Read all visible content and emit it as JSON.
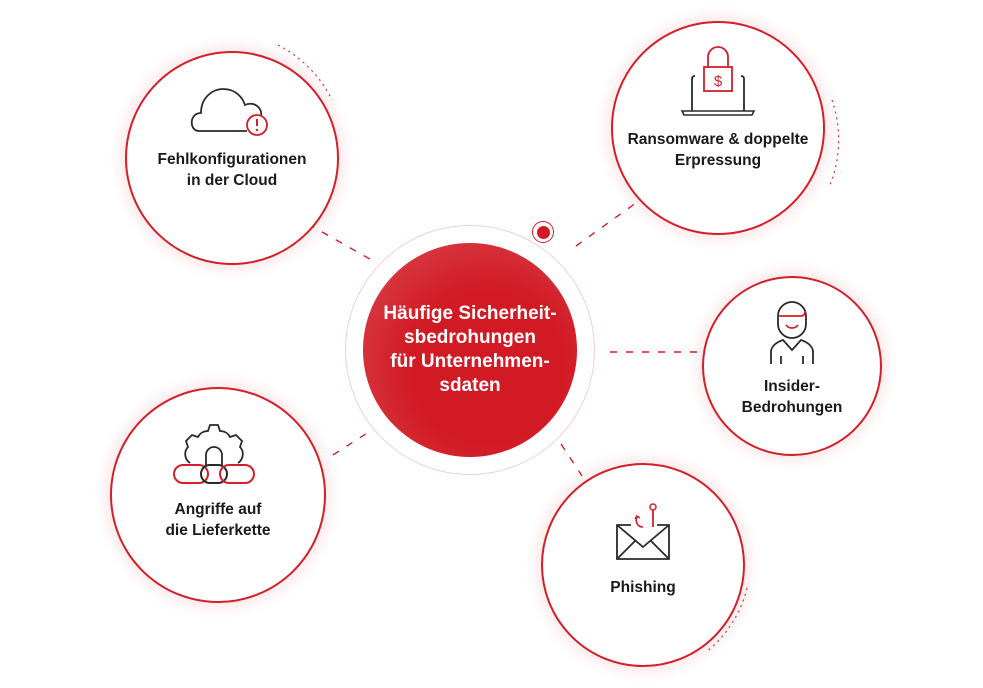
{
  "diagram": {
    "type": "hub-and-spoke",
    "colors": {
      "accent": "#d21a24",
      "outline": "#d21f2a",
      "text": "#1a1a1a",
      "icon_dark": "#2a2a2a"
    },
    "center": {
      "title": "Häufige Sicherheitsbedrohungen für Unternehmensdaten",
      "lines": [
        "Häufige Sicherheit-",
        "sbedrohungen",
        "für Unternehmen-",
        "sdaten"
      ]
    },
    "nodes": [
      {
        "id": "cloud",
        "icon": "cloud-warning-icon",
        "lines": [
          "Fehlkonfigurationen",
          "in der Cloud"
        ]
      },
      {
        "id": "ransomware",
        "icon": "laptop-lock-dollar-icon",
        "lines": [
          "Ransomware & doppelte",
          "Erpressung"
        ]
      },
      {
        "id": "insider",
        "icon": "person-icon",
        "lines": [
          "Insider-",
          "Bedrohungen"
        ]
      },
      {
        "id": "phishing",
        "icon": "envelope-hook-icon",
        "lines": [
          "Phishing"
        ]
      },
      {
        "id": "supply",
        "icon": "gear-chain-icon",
        "lines": [
          "Angriffe auf",
          "die Lieferkette"
        ]
      }
    ]
  }
}
